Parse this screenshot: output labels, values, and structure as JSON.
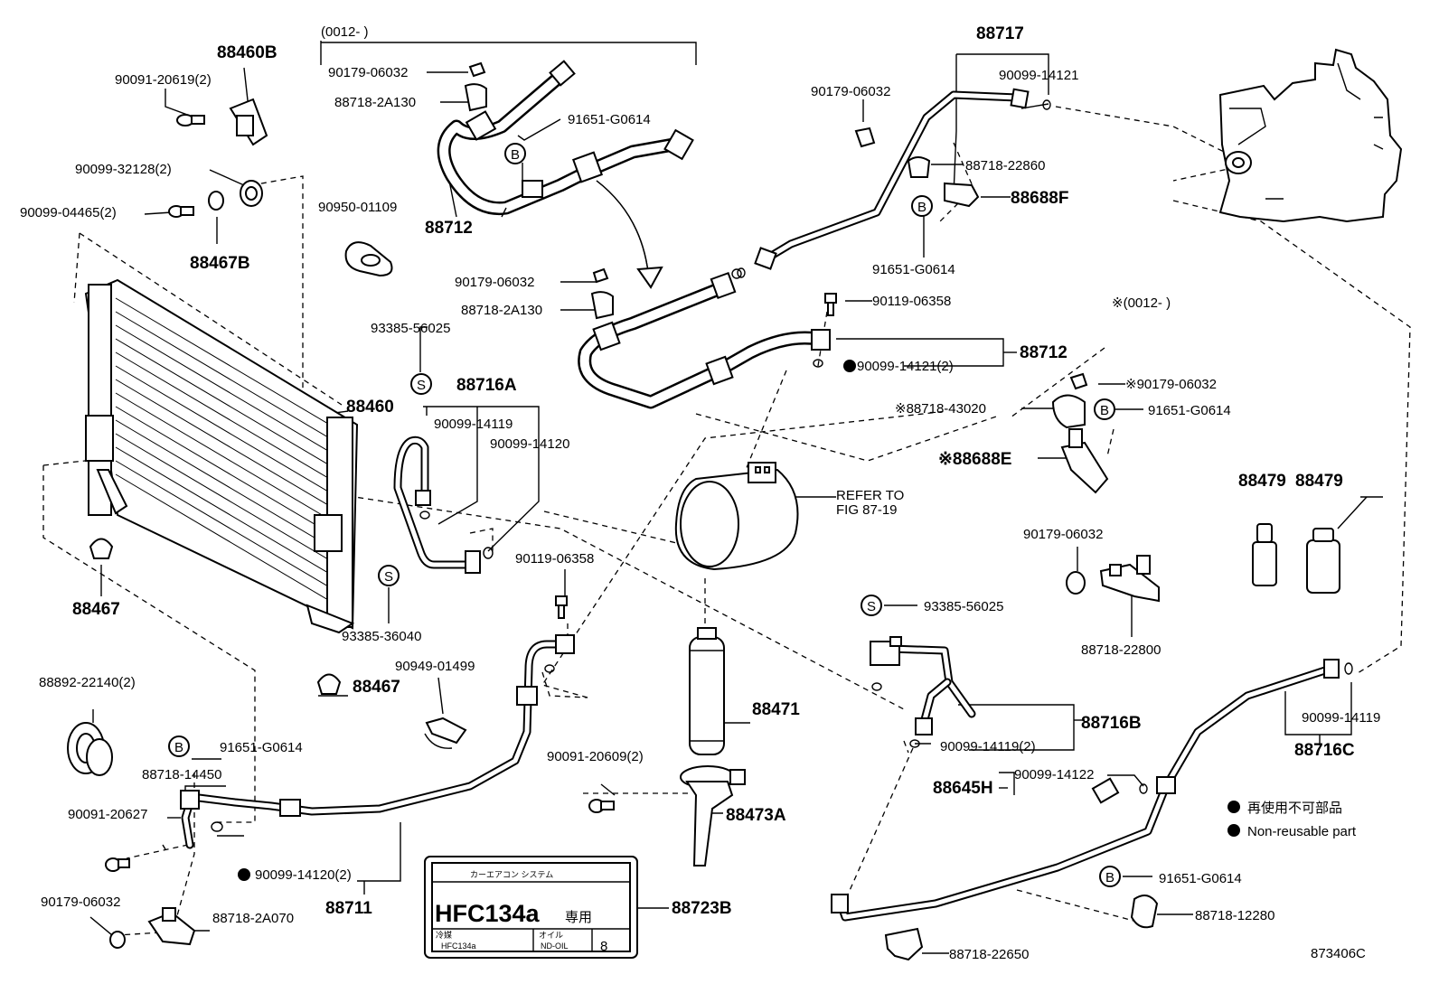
{
  "labels": {
    "p88460B": "88460B",
    "p9009120619": "90091-20619(2)",
    "p9009932128": "90099-32128(2)",
    "p9009904465": "90099-04465(2)",
    "p88467B": "88467B",
    "p88460": "88460",
    "p88467a": "88467",
    "p88467b": "88467",
    "p8889222140": "88892-22140(2)",
    "p9165191614a": "91651-G0614",
    "p8871814450": "88718-14450",
    "p9009120627": "90091-20627",
    "p9017906032a": "90179-06032",
    "p887182A070": "88718-2A070",
    "p9009914120b": "90099-14120(2)",
    "p88711": "88711",
    "p8723B": "88723B",
    "p9009120609": "90091-20609(2)",
    "p88473A": "88473A",
    "p88471": "88471",
    "p9094901499": "90949-01499",
    "p9011906358a": "90119-06358",
    "p9338536040": "93385-36040",
    "p88716A": "88716A",
    "p9009914119a": "90099-14119",
    "p9009914120a": "90099-14120",
    "p9338556025a": "93385-56025",
    "p0012a": "(0012-      )",
    "p9017906032b": "90179-06032",
    "p887182A130a": "88718-2A130",
    "p91651G0614b": "91651-G0614",
    "p88712a": "88712",
    "p9095001109": "90950-01109",
    "p9017906032c": "90179-06032",
    "p887182A130b": "88718-2A130",
    "p88717": "88717",
    "p9017906032d": "90179-06032",
    "p9009914121a": "90099-14121",
    "p8871822860": "88718-22860",
    "p88688F": "88688F",
    "p91651G0614c": "91651-G0614",
    "p9011906358b": "90119-06358",
    "p88712b": "88712",
    "p9009914121b": "90099-14121(2)",
    "p0012b": "※(0012-      )",
    "p9017906032e": "※90179-06032",
    "p8871843020": "※88718-43020",
    "p91651G0614d": "91651-G0614",
    "p88688E": "※88688E",
    "p88479a": "88479",
    "p88479b": "88479",
    "pRefer1": "REFER TO",
    "pRefer2": "FIG 87-19",
    "p9017906032f": "90179-06032",
    "p8871822800": "88718-22800",
    "p9338556025b": "93385-56025",
    "p88716B": "88716B",
    "p9009914119b": "90099-14119(2)",
    "p88645H": "88645H",
    "p9009914122": "90099-14122",
    "p9009914119c": "90099-14119",
    "p88716C": "88716C",
    "p91651G0614e": "91651-G0614",
    "p8871812280": "88718-12280",
    "p8871822650": "88718-22650",
    "legendJa": "再使用不可部品",
    "legendEn": "Non-reusable part",
    "figNo": "873406C",
    "symS": "S",
    "symB": "B"
  },
  "sticker": {
    "top": "カーエアコン システム",
    "main": "HFC134a",
    "suffix": "専用",
    "refLabel": "冷媒",
    "refValue": "HFC134a",
    "oilLabel": "オイル",
    "oilValue": "ND-OIL",
    "oilNo": "8"
  }
}
